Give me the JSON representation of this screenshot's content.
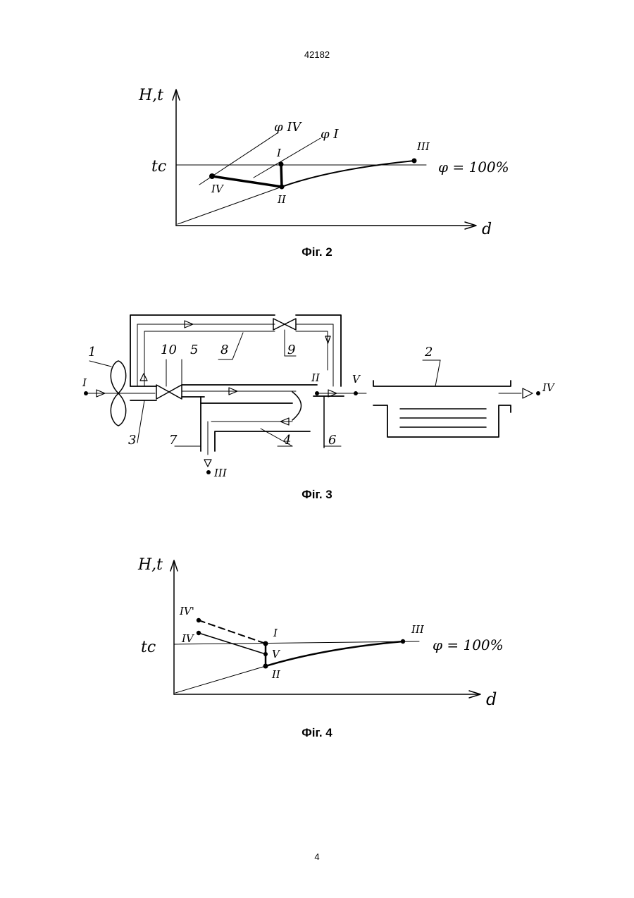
{
  "header": {
    "doc_number": "42182"
  },
  "footer": {
    "page_number": "4"
  },
  "fig2": {
    "caption": "Фіг. 2",
    "y_axis_label": "H,t",
    "x_axis_label": "d",
    "tc_label": "tc",
    "phi_label": "φ = 100%",
    "phi_iv_label": "φ IV",
    "phi_i_label": "φ I",
    "points": {
      "I": "I",
      "II": "II",
      "III": "III",
      "IV": "IV"
    }
  },
  "fig3": {
    "caption": "Фіг. 3",
    "callouts": {
      "n1": "1",
      "n2": "2",
      "n3": "3",
      "n4": "4",
      "n5": "5",
      "n6": "6",
      "n7": "7",
      "n8": "8",
      "n9": "9",
      "n10": "10"
    },
    "streams": {
      "I": "I",
      "II": "II",
      "III": "III",
      "IV": "IV",
      "V": "V"
    }
  },
  "fig4": {
    "caption": "Фіг. 4",
    "y_axis_label": "H,t",
    "x_axis_label": "d",
    "tc_label": "tc",
    "phi_label": "φ = 100%",
    "points": {
      "I": "I",
      "II": "II",
      "III": "III",
      "IV": "IV",
      "IV_prime": "IV'",
      "V": "V"
    }
  }
}
